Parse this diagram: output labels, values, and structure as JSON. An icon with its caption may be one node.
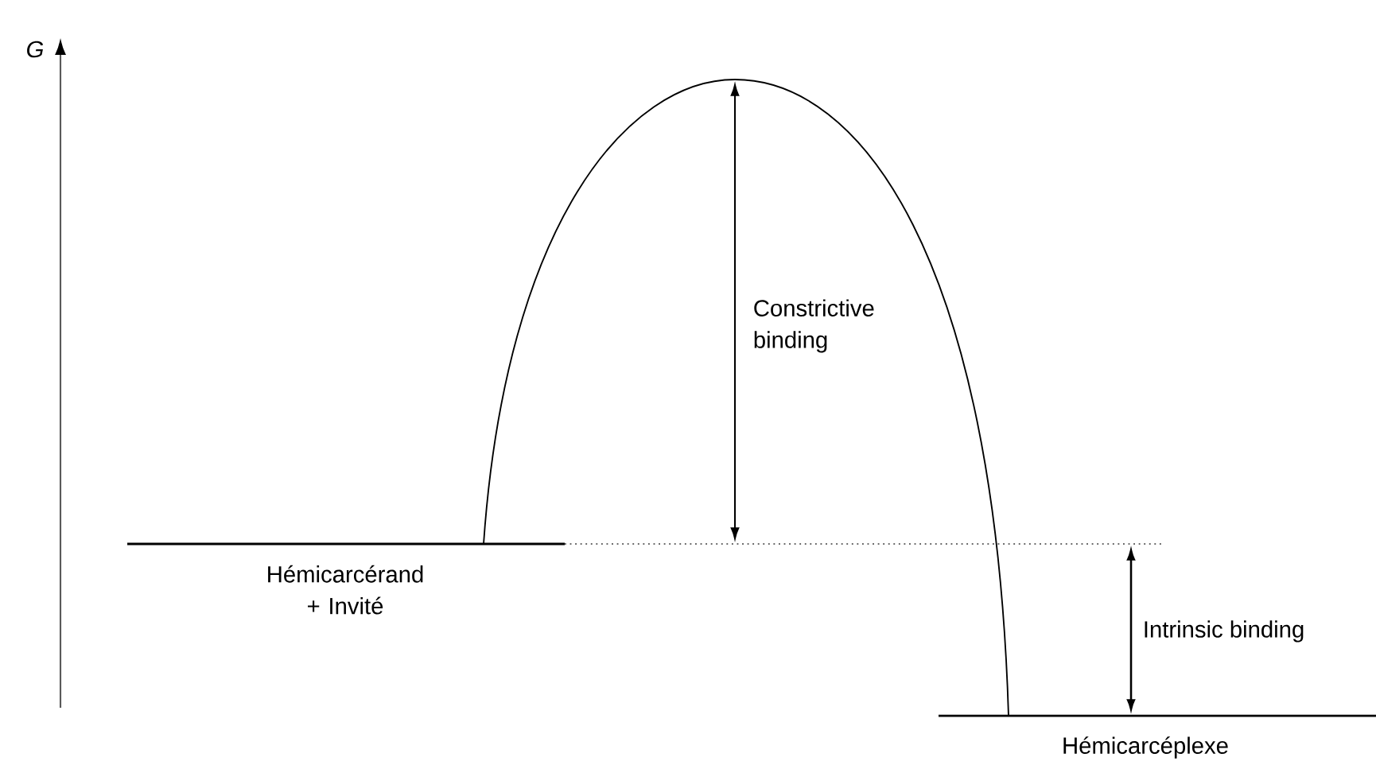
{
  "diagram": {
    "labels": [
      "G",
      "Constrictive binding",
      "Hémicarcérand + Invité",
      "Intrinsic binding",
      "Hémicarcéplexe"
    ]
  }
}
